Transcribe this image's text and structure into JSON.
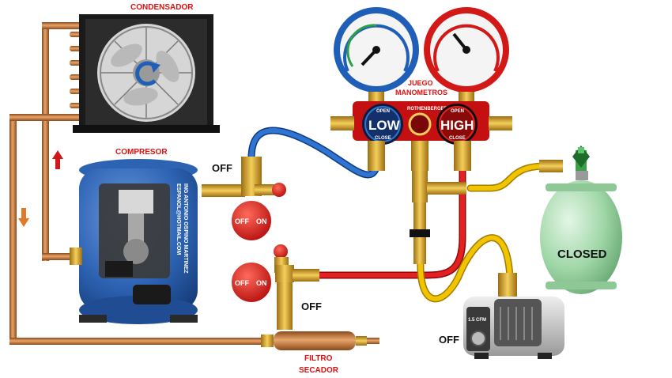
{
  "labels": {
    "condensador": "CONDENSADOR",
    "compresor": "COMPRESOR",
    "juego_line1": "JUEGO",
    "juego_line2": "MANOMETROS",
    "filtro_line1": "FILTRO",
    "filtro_line2": "SECADOR",
    "closed": "CLOSED",
    "compressor_valve_state": "OFF",
    "liquid_valve_state": "OFF",
    "vacuum_pump_state": "OFF"
  },
  "switches": {
    "off": "OFF",
    "on": "ON"
  },
  "manifold": {
    "brand": "ROTHENBERGER",
    "low": {
      "label": "LOW",
      "open": "OPEN",
      "close": "CLOSE"
    },
    "high": {
      "label": "HIGH",
      "open": "OPEN",
      "close": "CLOSE"
    }
  },
  "compressor": {
    "engraving_line1": "ING ANTONIO OSPINO MARTINEZ",
    "engraving_line2": "ESPANOL@HOTMAIL.COM"
  },
  "vacuum_pump": {
    "badge": "1.5 CFM"
  },
  "colors": {
    "copper": "#c8743a",
    "low_hose": "#1f5fb8",
    "high_hose": "#e01414",
    "service_hose": "#f2c400",
    "compressor_body": "#2d63b3",
    "brass": "#d8a526",
    "cylinder": "#9ed6a6",
    "label_red": "#e01010"
  },
  "icons": [
    "fan-icon",
    "rotation-arrow-icon",
    "up-arrow-icon",
    "down-arrow-icon",
    "gauge-icon",
    "knob-icon",
    "valve-icon"
  ]
}
